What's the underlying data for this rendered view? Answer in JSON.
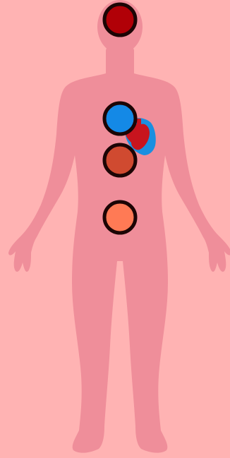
{
  "colors": {
    "background": "#ffb3b3",
    "body_fill": "#ef8e9a",
    "marker_outline": "#1c0505",
    "heart_red": "#c8141e",
    "heart_blue": "#1a8fe0"
  },
  "markers": [
    {
      "id": "head",
      "fill": "#b10007"
    },
    {
      "id": "chest",
      "fill": "#1489e6"
    },
    {
      "id": "upper-abdomen",
      "fill": "#d04a30"
    },
    {
      "id": "lower-abdomen",
      "fill": "#ff7a55"
    }
  ],
  "icons": {
    "body": "human-body-silhouette",
    "heart": "anatomical-heart"
  }
}
